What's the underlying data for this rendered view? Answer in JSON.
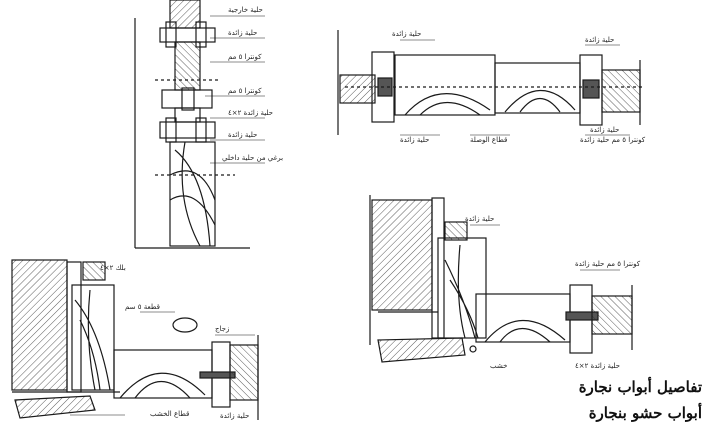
{
  "title": {
    "line1": "تفاصيل أبواب نجارة",
    "line2": "أبواب حشو بنجارة"
  },
  "labels": {
    "top_left": [
      "حلية خارجية",
      "حلية زائدة",
      "كونترا ٥ مم",
      "كونترا ٥ مم",
      "حلية زائدة ٢×٤",
      "حلية زائدة",
      "برغي من حلية داخلي"
    ],
    "top_right": [
      "حلية زائدة",
      "حلية زائدة",
      "حلية زائدة",
      "قطاع الوصلة",
      "كونترا ٥ مم حلية زائدة",
      "حلية زائدة"
    ],
    "bottom_left": [
      "بلك ٢×٤",
      "قطعة ٥ سم",
      "زجاج",
      "قطاع الخشب",
      "حلية زائدة"
    ],
    "bottom_right": [
      "حلية زائدة",
      "كونترا ٥ مم حلية زائدة",
      "حلية زائدة ٢×٤",
      "خشب"
    ]
  },
  "colors": {
    "ink": "#1a1a1a",
    "paper": "#ffffff",
    "hatch": "#333333"
  }
}
